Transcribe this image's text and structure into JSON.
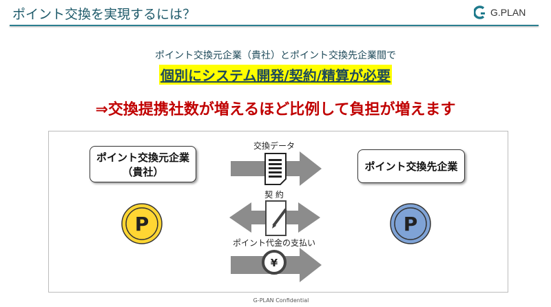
{
  "header": {
    "title": "ポイント交換を実現するには？",
    "logo_text": "G.PLAN"
  },
  "body": {
    "line1": "ポイント交換元企業（貴社）とポイント交換先企業間で",
    "line2": "個別にシステム開発/契約/精算が必要",
    "line3": "⇒交換提携社数が増えるほど比例して負担が増えます"
  },
  "diagram": {
    "left_company_line1": "ポイント交換元企業",
    "left_company_line2": "（貴社）",
    "right_company": "ポイント交換先企業",
    "flows": [
      {
        "label": "交換データ",
        "icon": "document-icon",
        "direction": "right"
      },
      {
        "label": "契 約",
        "icon": "contract-pen-icon",
        "direction": "both"
      },
      {
        "label": "ポイント代金の支払い",
        "icon": "yen-coin-icon",
        "direction": "right"
      }
    ],
    "left_coin": {
      "symbol": "P",
      "color": "#ffd633"
    },
    "right_coin": {
      "symbol": "P",
      "color": "#7fa3d6"
    }
  },
  "footer": {
    "text": "G-PLAN Confidential"
  }
}
